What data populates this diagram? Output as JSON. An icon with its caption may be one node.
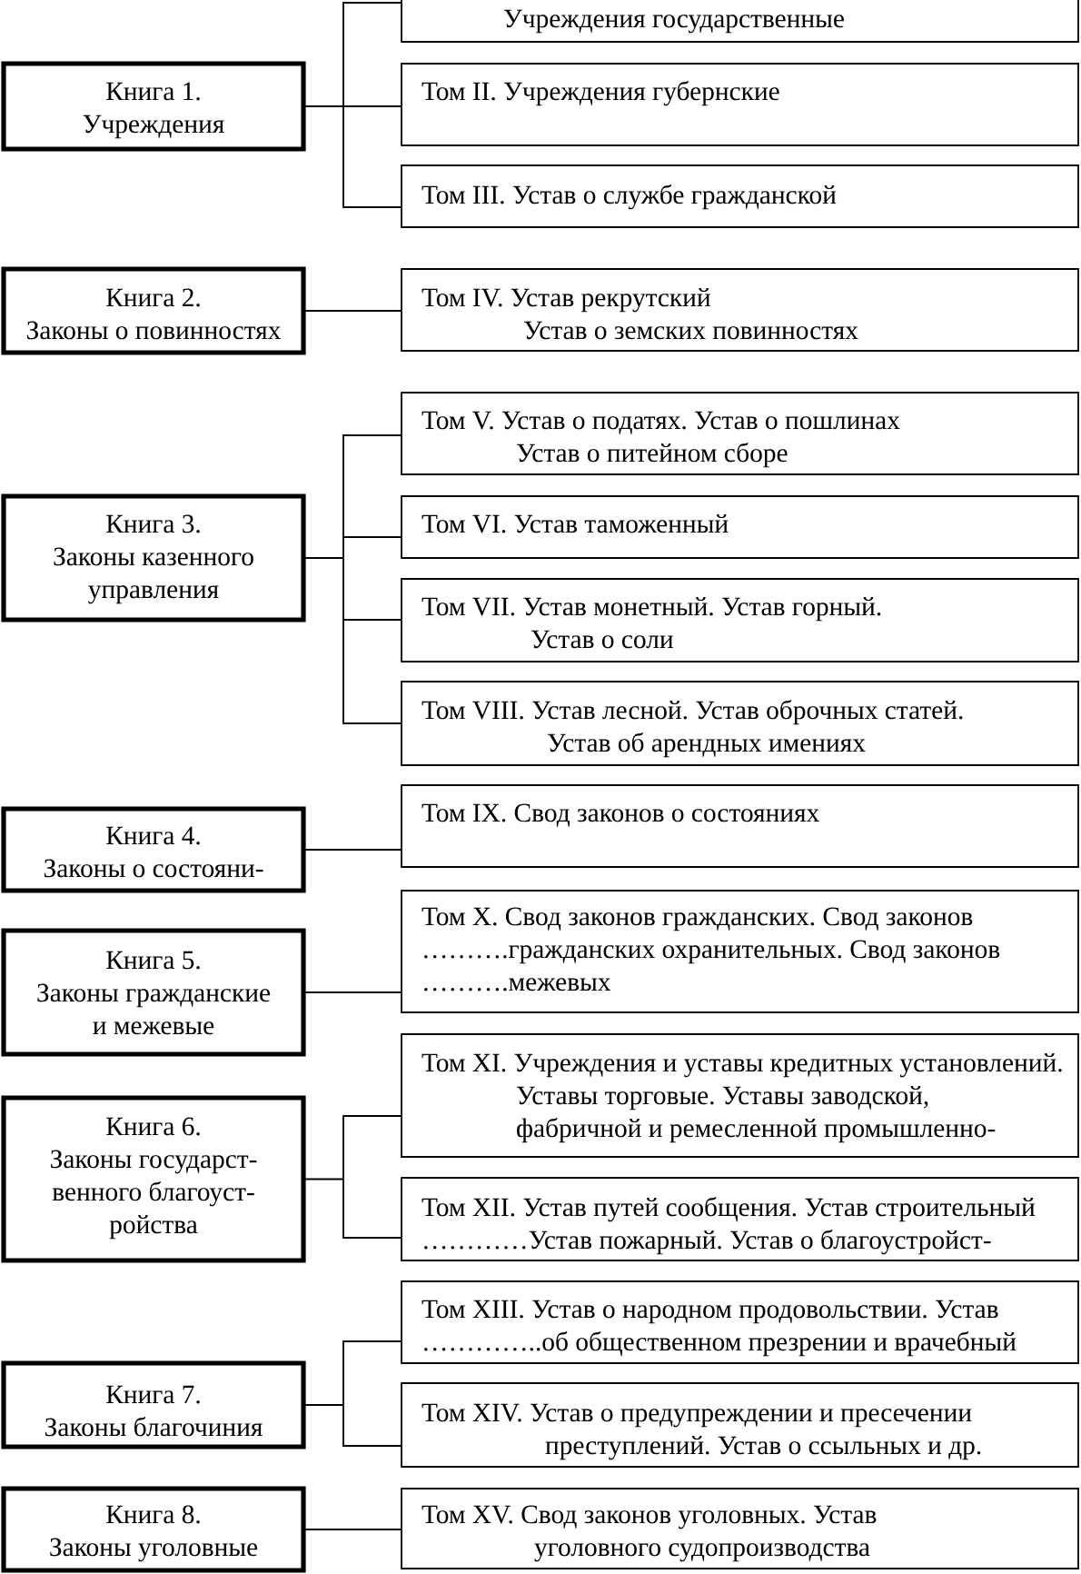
{
  "diagram": {
    "nodes": [
      {
        "text": [
          "Книга 1.",
          "Учреждения"
        ]
      },
      {
        "text": [
          "Учреждения государственные"
        ]
      },
      {
        "text": [
          "Том II. Учреждения губернские"
        ]
      },
      {
        "text": [
          "Том III. Устав о службе гражданской"
        ]
      },
      {
        "text": [
          "Книга 2.",
          "Законы о повинностях"
        ]
      },
      {
        "text": [
          "Том IV. Устав рекрутский Устав о земских повинностях"
        ]
      },
      {
        "text": [
          "Книга 3.",
          "Законы казенного управления"
        ]
      },
      {
        "text": [
          "Том V. Устав о податях. Устав о пошлинах Устав о питейном сборе"
        ]
      },
      {
        "text": [
          "Том VI. Устав таможенный"
        ]
      },
      {
        "text": [
          "Том VII. Устав монетный. Устав горный. Устав о соли"
        ]
      },
      {
        "text": [
          "Том VIII. Устав лесной. Устав оброчных статей. Устав об арендных имениях"
        ]
      },
      {
        "text": [
          "Книга 4.",
          "Законы о состояни-"
        ]
      },
      {
        "text": [
          "Том IX. Свод законов о состояниях"
        ]
      },
      {
        "text": [
          "Книга 5.",
          "Законы гражданские и межевые"
        ]
      },
      {
        "text": [
          "Том X. Свод законов гражданских. Свод законов ……….гражданских охранительных. Свод законов ……….межевых"
        ]
      },
      {
        "text": [
          "Книга 6.",
          "Законы государст- венного благоуст- ройства"
        ]
      },
      {
        "text": [
          "Том XI. Учреждения и уставы кредитных установлений. Уставы торговые. Уставы заводской, фабричной и ремесленной промышленно-"
        ]
      },
      {
        "text": [
          "Том XII. Устав путей сообщения. Устав строительный …………Устав пожарный. Устав о благоустройст-"
        ]
      },
      {
        "text": [
          "Книга 7.",
          "Законы благочиния"
        ]
      },
      {
        "text": [
          "Том XIII. Устав о народном продовольствии. Устав …………..об общественном презрении и врачебный"
        ]
      },
      {
        "text": [
          "Том XIV. Устав о предупреждении и пресечении преступлений. Устав о ссыльных и др."
        ]
      },
      {
        "text": [
          "Книга 8.",
          "Законы уголовные"
        ]
      },
      {
        "text": [
          "Том XV. Свод законов уголовных. Устав уголовного судопроизводства"
        ]
      }
    ],
    "edges": [
      {
        "from": 0,
        "to": 1,
        "arrow": "none"
      },
      {
        "from": 0,
        "to": 2,
        "arrow": "none"
      },
      {
        "from": 0,
        "to": 3,
        "arrow": "none"
      },
      {
        "from": 4,
        "to": 5,
        "arrow": "none"
      },
      {
        "from": 6,
        "to": 7,
        "arrow": "none"
      },
      {
        "from": 6,
        "to": 8,
        "arrow": "none"
      },
      {
        "from": 6,
        "to": 9,
        "arrow": "none"
      },
      {
        "from": 6,
        "to": 10,
        "arrow": "none"
      },
      {
        "from": 11,
        "to": 12,
        "arrow": "none"
      },
      {
        "from": 13,
        "to": 14,
        "arrow": "none"
      },
      {
        "from": 15,
        "to": 16,
        "arrow": "none"
      },
      {
        "from": 15,
        "to": 17,
        "arrow": "none"
      },
      {
        "from": 18,
        "to": 19,
        "arrow": "none"
      },
      {
        "from": 18,
        "to": 20,
        "arrow": "none"
      },
      {
        "from": 21,
        "to": 22,
        "arrow": "none"
      }
    ]
  }
}
